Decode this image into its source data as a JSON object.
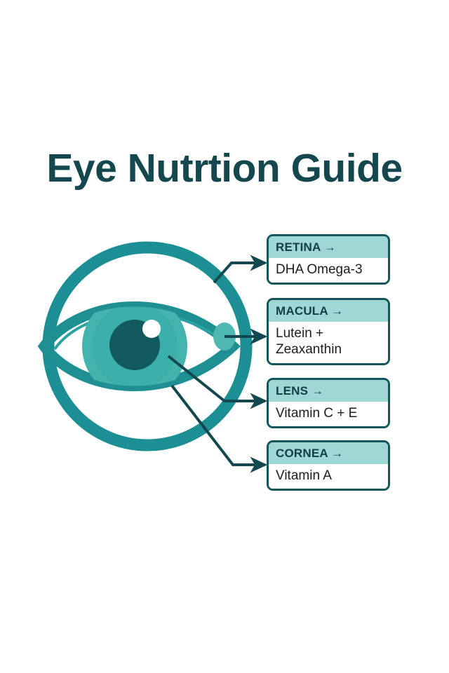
{
  "page": {
    "title": "Eye Nutrtion Guide",
    "background_color": "#ffffff"
  },
  "colors": {
    "title_text": "#15484e",
    "box_border": "#14565c",
    "box_header_bg": "#9ed7d3",
    "box_header_text": "#123e46",
    "box_body_bg": "#ffffff",
    "box_body_text": "#1d1d1d",
    "eye_outer_ring": "#1b8f93",
    "eye_lens_outline": "#1e8f93",
    "eye_inner_arc": "#2aa3a3",
    "eye_iris": "#3bafa9",
    "eye_iris_outer": "#45b3ad",
    "eye_pupil": "#125a5e",
    "eye_highlight": "#ffffff",
    "eye_macula_dot": "#4fb8b2",
    "leader_line": "#14484f"
  },
  "diagram": {
    "name": "eye-anatomy-diagram",
    "parts": [
      {
        "id": "outer-ring",
        "label": "eye outer circle ring"
      },
      {
        "id": "eye-lens-almond",
        "label": "eyelid almond outline"
      },
      {
        "id": "inner-arc",
        "label": "inner thin arc"
      },
      {
        "id": "iris",
        "label": "iris"
      },
      {
        "id": "pupil",
        "label": "pupil"
      },
      {
        "id": "highlight",
        "label": "specular highlight"
      },
      {
        "id": "macula-dot",
        "label": "macula marker dot"
      }
    ]
  },
  "callouts": [
    {
      "id": "retina",
      "header": "RETINA →",
      "nutrient_lines": [
        "DHA Omega-3"
      ],
      "arrow": "arrow-to-retina"
    },
    {
      "id": "macula",
      "header": "MACULA →",
      "nutrient_lines": [
        "Lutein +",
        "Zeaxanthin"
      ],
      "arrow": "arrow-to-macula"
    },
    {
      "id": "lens",
      "header": "LENS →",
      "nutrient_lines": [
        "Vitamin C + E"
      ],
      "arrow": "arrow-to-lens"
    },
    {
      "id": "cornea",
      "header": "CORNEA →",
      "nutrient_lines": [
        "Vitamin A"
      ],
      "arrow": "arrow-to-cornea"
    }
  ]
}
